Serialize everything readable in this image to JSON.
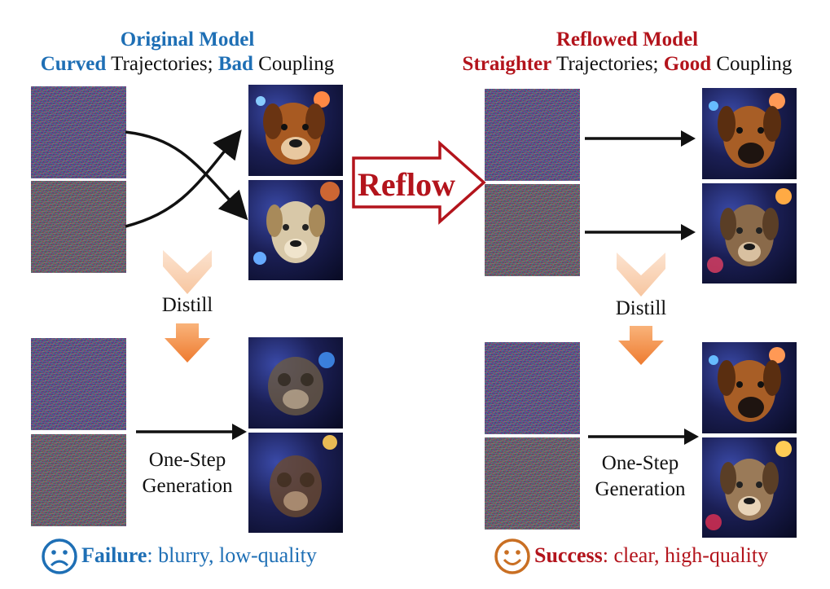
{
  "left": {
    "title": "Original Model",
    "sub_word1": "Curved",
    "sub_text1": " Trajectories; ",
    "sub_word2": "Bad",
    "sub_text2": " Coupling",
    "distill": "Distill",
    "gen_line1": "One-Step",
    "gen_line2": "Generation",
    "result_word": "Failure",
    "result_text": ": blurry, low-quality"
  },
  "right": {
    "title": "Reflowed Model",
    "sub_word1": "Straighter",
    "sub_text1": " Trajectories; ",
    "sub_word2": "Good",
    "sub_text2": " Coupling",
    "distill": "Distill",
    "gen_line1": "One-Step",
    "gen_line2": "Generation",
    "result_word": "Success",
    "result_text": ": clear, high-quality"
  },
  "center": {
    "reflow": "Reflow"
  },
  "colors": {
    "blue": "#1e6fb5",
    "red": "#b3141c",
    "orange": "#c96f23",
    "distill_arrow": "#f08a3c",
    "reflow_arrow": "#b3141c"
  },
  "icons": {
    "failure": "sad-face-icon",
    "success": "smiley-face-icon"
  }
}
